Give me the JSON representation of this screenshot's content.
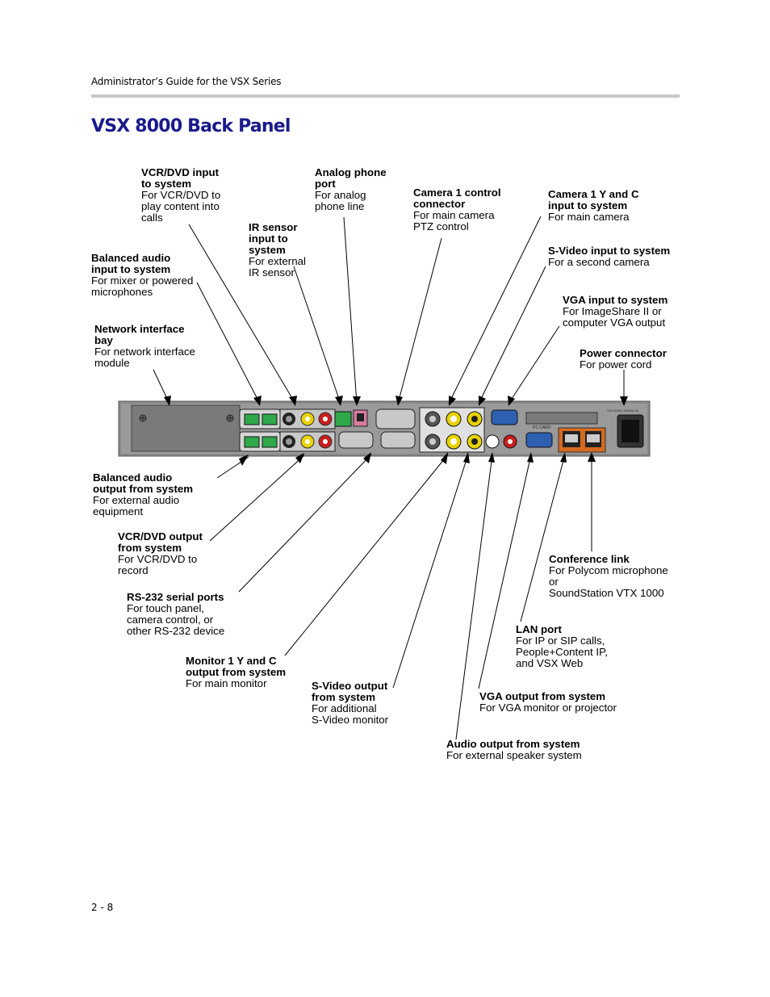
{
  "header": {
    "text": "Administrator’s Guide for the VSX Series"
  },
  "page_title": "VSX 8000 Back Panel",
  "page_number": "2 - 8",
  "panel_labels": {
    "pc_card": "PC CARD",
    "voltage": "100-240VAC 50/60Hz 4A"
  },
  "callouts": {
    "vcr_in": {
      "title": "VCR/DVD input\nto system",
      "desc": "For VCR/DVD to\nplay content into\ncalls"
    },
    "analog_phone": {
      "title": "Analog phone\nport",
      "desc": "For analog\nphone line"
    },
    "camera_control": {
      "title": "Camera 1 control\nconnector",
      "desc": "For main camera\nPTZ control"
    },
    "camera_yc_in": {
      "title": "Camera 1 Y and C\ninput to system",
      "desc": "For main camera"
    },
    "ir_sensor": {
      "title": "IR sensor\ninput to\nsystem",
      "desc": "For external\nIR sensor"
    },
    "balanced_in": {
      "title": "Balanced audio\ninput to system",
      "desc": "For mixer or powered\nmicrophones"
    },
    "svideo_in": {
      "title": "S-Video input to system",
      "desc": "For a second camera"
    },
    "vga_in": {
      "title": "VGA input to system",
      "desc": "For ImageShare II or\ncomputer VGA output"
    },
    "network_bay": {
      "title": "Network interface\nbay",
      "desc": "For network interface\nmodule"
    },
    "power": {
      "title": "Power connector",
      "desc": "For power cord"
    },
    "balanced_out": {
      "title": "Balanced audio\noutput from system",
      "desc": "For external audio\nequipment"
    },
    "vcr_out": {
      "title": "VCR/DVD output\nfrom system",
      "desc": "For VCR/DVD to\nrecord"
    },
    "conference_link": {
      "title": "Conference link",
      "desc": "For Polycom microphone\nor\nSoundStation VTX 1000"
    },
    "rs232": {
      "title": "RS-232 serial ports",
      "desc": "For touch panel,\ncamera control, or\nother RS-232 device"
    },
    "lan": {
      "title": "LAN port",
      "desc": "For IP or SIP calls,\nPeople+Content IP,\nand VSX Web"
    },
    "monitor_out": {
      "title": "Monitor 1 Y and C\noutput from system",
      "desc": "For main monitor"
    },
    "svideo_out": {
      "title": "S-Video output\nfrom system",
      "desc": "For additional\nS-Video monitor"
    },
    "vga_out": {
      "title": "VGA output from system",
      "desc": "For VGA monitor or projector"
    },
    "audio_out": {
      "title": "Audio output from system",
      "desc": "For external speaker system"
    }
  },
  "colors": {
    "title": "#1a1a8c",
    "panel": "#8a8a8a",
    "yellow": "#e8d200",
    "red": "#c81e1e",
    "green": "#2fa84a"
  }
}
